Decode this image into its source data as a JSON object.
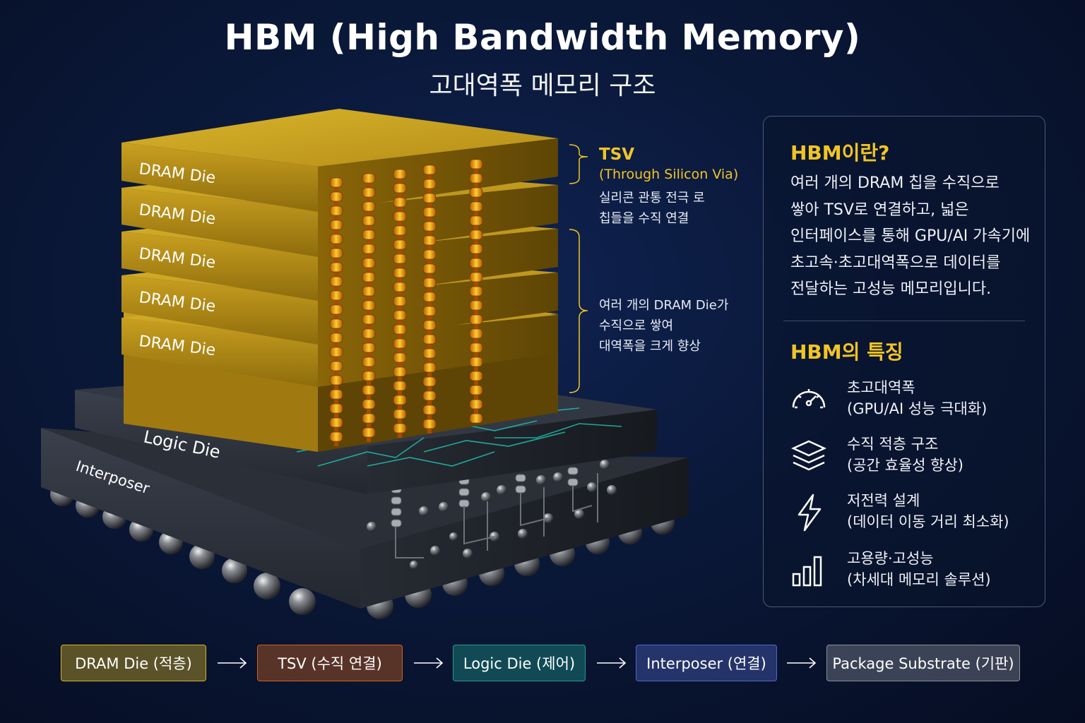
{
  "title": "HBM (High Bandwidth Memory)",
  "subtitle": "고대역폭 메모리 구조",
  "diagram": {
    "dram_labels": [
      "DRAM Die",
      "DRAM Die",
      "DRAM Die",
      "DRAM Die",
      "DRAM Die"
    ],
    "logic_label": "Logic Die",
    "interposer_label": "Interposer",
    "tsv_title": "TSV",
    "tsv_subtitle": "(Through Silicon Via)",
    "tsv_desc": "실리콘 관통 전극 로\n칩들을 수직 연결",
    "stack_desc": "여러 개의 DRAM Die가\n수직으로 쌓여\n대역폭을 크게 향상"
  },
  "panel": {
    "heading": "HBM이란?",
    "description": "여러 개의 DRAM 칩을 수직으로\n쌓아 TSV로 연결하고, 넓은\n인터페이스를 통해 GPU/AI 가속기에\n초고속·초고대역폭으로 데이터를\n전달하는 고성능 메모리입니다.",
    "features_heading": "HBM의 특징",
    "features": [
      {
        "icon": "speedometer-icon",
        "title": "초고대역폭",
        "sub": "(GPU/AI 성능 극대화)"
      },
      {
        "icon": "layers-icon",
        "title": "수직 적층 구조",
        "sub": "(공간 효율성 향상)"
      },
      {
        "icon": "lightning-icon",
        "title": "저전력 설계",
        "sub": "(데이터 이동 거리 최소화)"
      },
      {
        "icon": "bar-chart-icon",
        "title": "고용량·고성능",
        "sub": "(차세대 메모리 솔루션)"
      }
    ]
  },
  "flow": [
    {
      "label": "DRAM Die (적층)",
      "color": "#d9b324"
    },
    {
      "label": "TSV (수직 연결)",
      "color": "#d0621c"
    },
    {
      "label": "Logic Die (제어)",
      "color": "#1f9c8a"
    },
    {
      "label": "Interposer (연결)",
      "color": "#5064c4"
    },
    {
      "label": "Package Substrate (기판)",
      "color": "#8a8f99"
    }
  ],
  "colors": {
    "accent": "#f2c425",
    "dram_gold": "#c9a020",
    "tsv_orange": "#f0a020",
    "logic_dark": "#2e3440",
    "trace_teal": "#1fc0b0"
  }
}
